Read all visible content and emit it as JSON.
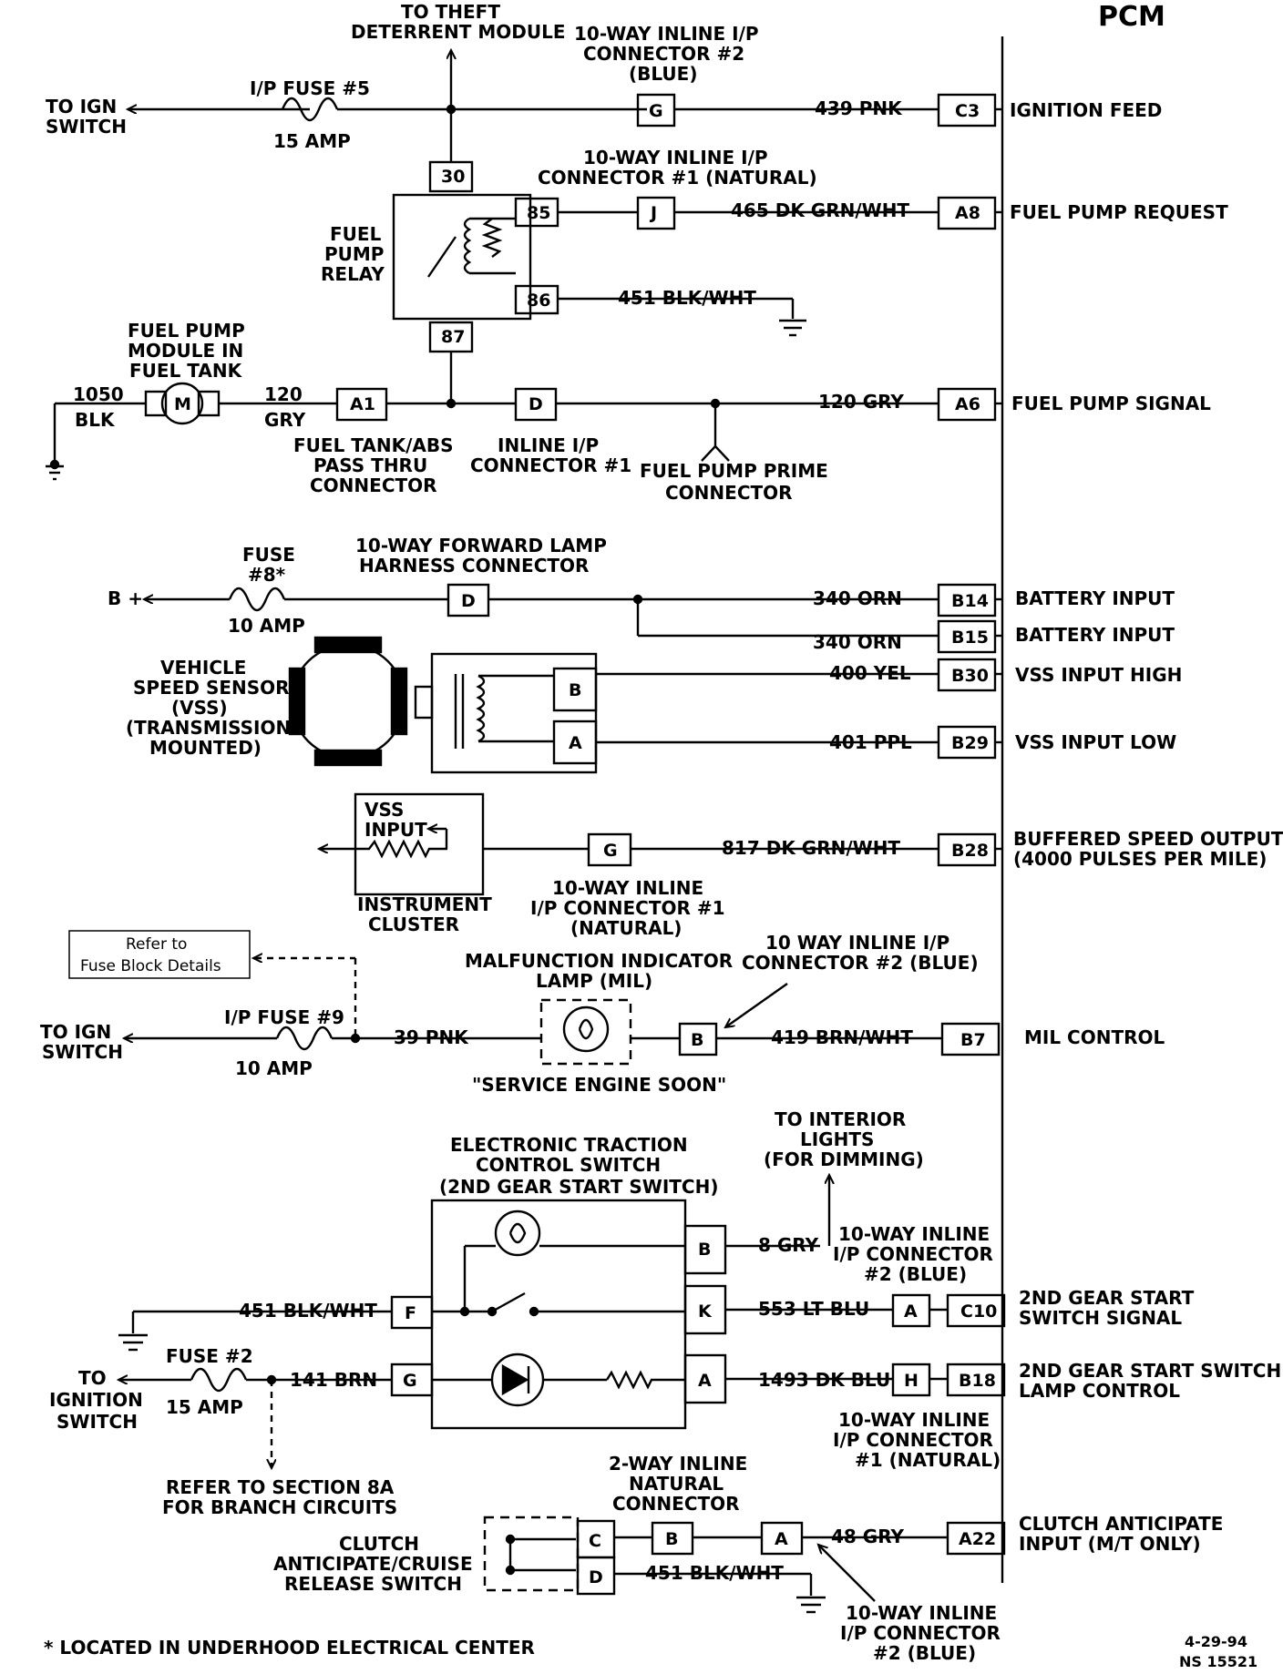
{
  "pcm": {
    "title": "PCM"
  },
  "top": {
    "theft": [
      "TO THEFT",
      "DETERRENT MODULE"
    ],
    "ign_switch": [
      "TO IGN",
      "SWITCH"
    ],
    "ip_fuse5": "I/P FUSE #5",
    "amp15": "15 AMP",
    "conn2_title": [
      "10-WAY INLINE I/P",
      "CONNECTOR #2",
      "(BLUE)"
    ],
    "pin_g": "G",
    "wire_439": "439 PNK",
    "pcm_c3": "C3",
    "ignition_feed": "IGNITION FEED"
  },
  "relay": {
    "title": [
      "FUEL",
      "PUMP",
      "RELAY"
    ],
    "t30": "30",
    "t85": "85",
    "t86": "86",
    "t87": "87",
    "conn1_title": [
      "10-WAY INLINE I/P",
      "CONNECTOR #1 (NATURAL)"
    ],
    "pin_j": "J",
    "wire_465": "465 DK GRN/WHT",
    "pcm_a8": "A8",
    "fuel_pump_request": "FUEL PUMP REQUEST",
    "wire_451": "451 BLK/WHT"
  },
  "pump": {
    "module": [
      "FUEL PUMP",
      "MODULE IN",
      "FUEL TANK"
    ],
    "motor": "M",
    "w1050": [
      "1050",
      "BLK"
    ],
    "w120": [
      "120",
      "GRY"
    ],
    "pin_a1": "A1",
    "pin_d": "D",
    "tank_conn": [
      "FUEL TANK/ABS",
      "PASS THRU",
      "CONNECTOR"
    ],
    "inline_conn": [
      "INLINE I/P",
      "CONNECTOR #1"
    ],
    "prime": [
      "FUEL PUMP PRIME",
      "CONNECTOR"
    ],
    "wire_120gry": "120 GRY",
    "pcm_a6": "A6",
    "fuel_pump_signal": "FUEL PUMP SIGNAL"
  },
  "battery": {
    "fuse_label": [
      "FUSE",
      "#8*"
    ],
    "bplus": "B +",
    "amp10": "10 AMP",
    "fwd_conn": [
      "10-WAY FORWARD LAMP",
      "HARNESS CONNECTOR"
    ],
    "pin_d": "D",
    "wire_340a": "340 ORN",
    "wire_340b": "340 ORN",
    "pcm_b14": "B14",
    "pcm_b15": "B15",
    "battery_input_1": "BATTERY INPUT",
    "battery_input_2": "BATTERY INPUT"
  },
  "vss": {
    "title": [
      "VEHICLE",
      "SPEED SENSOR",
      "(VSS)",
      "(TRANSMISSION",
      "MOUNTED)"
    ],
    "pin_b": "B",
    "pin_a": "A",
    "wire_400": "400 YEL",
    "wire_401": "401 PPL",
    "pcm_b30": "B30",
    "pcm_b29": "B29",
    "vss_high": "VSS INPUT HIGH",
    "vss_low": "VSS INPUT LOW"
  },
  "cluster": {
    "vss_input": [
      "VSS",
      "INPUT"
    ],
    "title": [
      "INSTRUMENT",
      "CLUSTER"
    ],
    "pin_g": "G",
    "conn_title": [
      "10-WAY INLINE",
      "I/P CONNECTOR #1",
      "(NATURAL)"
    ],
    "wire_817": "817 DK GRN/WHT",
    "pcm_b28": "B28",
    "buffered": [
      "BUFFERED SPEED OUTPUT",
      "(4000 PULSES PER MILE)"
    ]
  },
  "mil": {
    "refer": [
      "Refer to",
      "Fuse Block Details"
    ],
    "ign_switch": [
      "TO IGN",
      "SWITCH"
    ],
    "ip_fuse9": "I/P FUSE #9",
    "amp10": "10 AMP",
    "wire_39": "39 PNK",
    "title": [
      "MALFUNCTION INDICATOR",
      "LAMP (MIL)"
    ],
    "service": "\"SERVICE ENGINE SOON\"",
    "conn_title": [
      "10 WAY INLINE I/P",
      "CONNECTOR #2 (BLUE)"
    ],
    "pin_b": "B",
    "wire_419": "419 BRN/WHT",
    "pcm_b7": "B7",
    "mil_control": "MIL CONTROL"
  },
  "traction": {
    "title": [
      "ELECTRONIC TRACTION",
      "CONTROL SWITCH",
      "(2ND GEAR START SWITCH)"
    ],
    "interior": [
      "TO INTERIOR",
      "LIGHTS",
      "(FOR DIMMING)"
    ],
    "pin_b": "B",
    "pin_k": "K",
    "pin_a": "A",
    "pin_f": "F",
    "pin_g": "G",
    "wire_8gry": "8 GRY",
    "conn2": [
      "10-WAY INLINE",
      "I/P CONNECTOR",
      "#2 (BLUE)"
    ],
    "wire_553": "553 LT BLU",
    "pin_a2": "A",
    "pcm_c10": "C10",
    "second_gear_signal": [
      "2ND GEAR START",
      "SWITCH SIGNAL"
    ],
    "wire_451": "451 BLK/WHT",
    "fuse2": "FUSE #2",
    "to_ign": [
      "TO",
      "IGNITION",
      "SWITCH"
    ],
    "amp15": "15 AMP",
    "wire_141": "141 BRN",
    "wire_1493": "1493 DK BLU",
    "pin_h": "H",
    "pcm_b18": "B18",
    "second_gear_lamp": [
      "2ND GEAR START SWITCH",
      "LAMP CONTROL"
    ],
    "conn1": [
      "10-WAY INLINE",
      "I/P CONNECTOR",
      "#1 (NATURAL)"
    ],
    "refer8a": [
      "REFER TO SECTION 8A",
      "FOR BRANCH CIRCUITS"
    ]
  },
  "clutch": {
    "title": [
      "CLUTCH",
      "ANTICIPATE/CRUISE",
      "RELEASE SWITCH"
    ],
    "natural": [
      "2-WAY INLINE",
      "NATURAL",
      "CONNECTOR"
    ],
    "pin_c": "C",
    "pin_d": "D",
    "pin_b": "B",
    "pin_a": "A",
    "wire_48": "48 GRY",
    "wire_451": "451 BLK/WHT",
    "pcm_a22": "A22",
    "anticipate": [
      "CLUTCH ANTICIPATE",
      "INPUT (M/T ONLY)"
    ],
    "conn2": [
      "10-WAY INLINE",
      "I/P CONNECTOR",
      "#2 (BLUE)"
    ]
  },
  "footer": {
    "note": "* LOCATED IN UNDERHOOD ELECTRICAL CENTER",
    "date": "4-29-94",
    "ns": "NS 15521"
  }
}
